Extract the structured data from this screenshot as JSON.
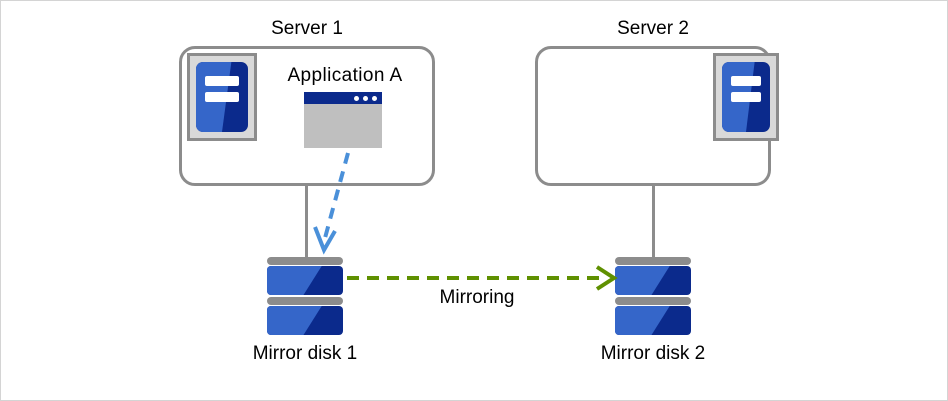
{
  "diagram": {
    "type": "mirroring-architecture",
    "background_color": "#ffffff",
    "border_color": "#d4d4d4",
    "servers": [
      {
        "id": "server-1",
        "title": "Server 1",
        "icon_side": "left",
        "contents": {
          "application": {
            "label": "Application A",
            "window_icon": "application-window-icon",
            "titlebar_color": "#0b2a8c",
            "body_color": "#bfbfbf",
            "dot_count": 3
          }
        }
      },
      {
        "id": "server-2",
        "title": "Server 2",
        "icon_side": "right",
        "contents": {}
      }
    ],
    "disks": [
      {
        "id": "mirror-disk-1",
        "label": "Mirror disk 1"
      },
      {
        "id": "mirror-disk-2",
        "label": "Mirror disk 2"
      }
    ],
    "connections": [
      {
        "id": "app-to-disk",
        "style": "dashed",
        "color": "#4a90d9",
        "from": "application-a",
        "to": "mirror-disk-1",
        "label": ""
      },
      {
        "id": "mirroring",
        "style": "dashed",
        "color": "#5f9000",
        "from": "mirror-disk-1",
        "to": "mirror-disk-2",
        "label": "Mirroring"
      }
    ],
    "colors": {
      "server_outline": "#8c8c8c",
      "icon_frame": "#d9d9d9",
      "blue_light": "#3566c9",
      "blue_dark": "#0b2a8c",
      "gray_mid": "#8c8c8c",
      "arrow_blue": "#4a90d9",
      "arrow_green": "#5f9000",
      "text": "#000000"
    }
  }
}
